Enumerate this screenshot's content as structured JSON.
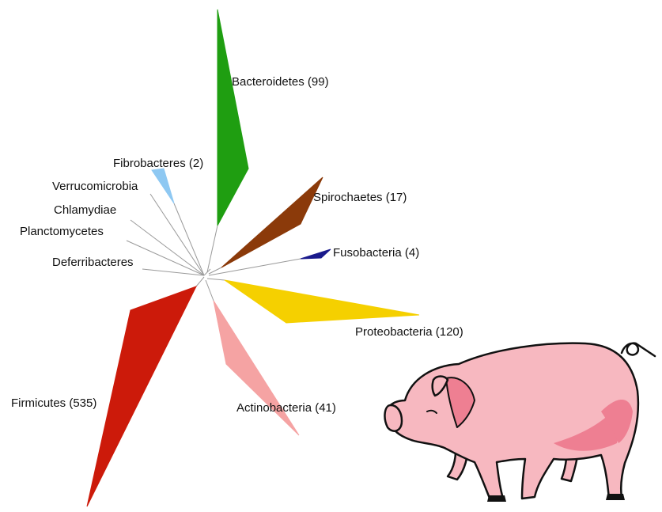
{
  "tree": {
    "phyla": [
      {
        "key": "bacteroidetes",
        "label": "Bacteroidetes (99)",
        "color": "#1f9e11"
      },
      {
        "key": "fibrobacteres",
        "label": "Fibrobacteres (2)",
        "color": "#8ec8f2"
      },
      {
        "key": "verrucomicrobia",
        "label": "Verrucomicrobia",
        "color": "#9a9a9a"
      },
      {
        "key": "chlamydiae",
        "label": "Chlamydiae",
        "color": "#9a9a9a"
      },
      {
        "key": "planctomycetes",
        "label": "Planctomycetes",
        "color": "#9a9a9a"
      },
      {
        "key": "deferribacteres",
        "label": "Deferribacteres",
        "color": "#9a9a9a"
      },
      {
        "key": "spirochaetes",
        "label": "Spirochaetes (17)",
        "color": "#8b3a0a"
      },
      {
        "key": "fusobacteria",
        "label": "Fusobacteria (4)",
        "color": "#1a1a8c"
      },
      {
        "key": "proteobacteria",
        "label": "Proteobacteria (120)",
        "color": "#f5d000"
      },
      {
        "key": "actinobacteria",
        "label": "Actinobacteria (41)",
        "color": "#f5a3a3"
      },
      {
        "key": "firmicutes",
        "label": "Firmicutes (535)",
        "color": "#cc1a0a"
      }
    ]
  },
  "pig": {
    "body_color": "#f7b8c0",
    "shade_color": "#ee7f92",
    "outline_color": "#111111"
  }
}
